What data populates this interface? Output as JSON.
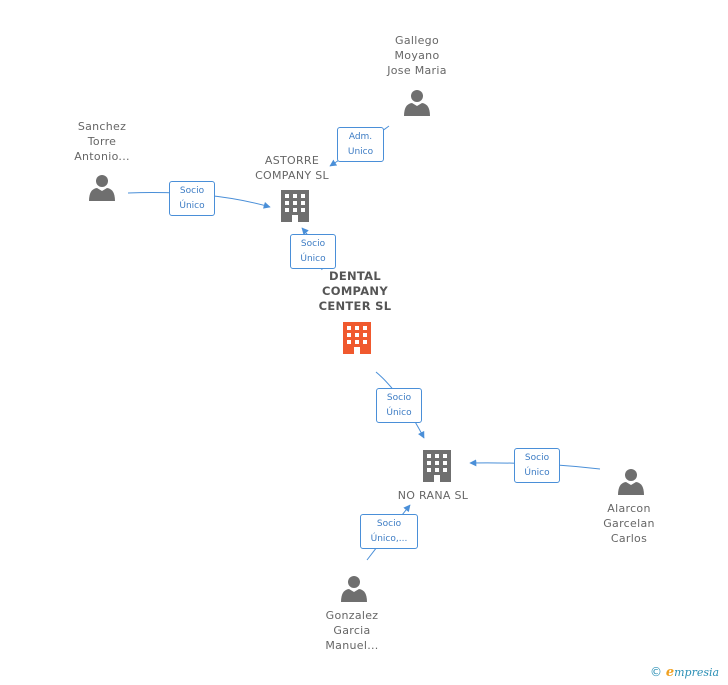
{
  "nodes": {
    "gallego": {
      "lines": [
        "Gallego",
        "Moyano",
        "Jose Maria"
      ],
      "icon": "person-icon"
    },
    "sanchez": {
      "lines": [
        "Sanchez",
        "Torre",
        "Antonio..."
      ],
      "icon": "person-icon"
    },
    "astorre": {
      "lines": [
        "ASTORRE",
        "COMPANY SL"
      ],
      "icon": "building-icon"
    },
    "dental": {
      "lines": [
        "DENTAL",
        "COMPANY",
        "CENTER SL"
      ],
      "icon": "building-icon"
    },
    "norana": {
      "lines": [
        "NO RANA SL"
      ],
      "icon": "building-icon"
    },
    "alarcon": {
      "lines": [
        "Alarcon",
        "Garcelan",
        "Carlos"
      ],
      "icon": "person-icon"
    },
    "gonzalez": {
      "lines": [
        "Gonzalez",
        "Garcia",
        "Manuel..."
      ],
      "icon": "person-icon"
    }
  },
  "edges": {
    "gallego_astorre": [
      "Adm.",
      "Unico"
    ],
    "sanchez_astorre": [
      "Socio",
      "Único"
    ],
    "dental_astorre": [
      "Socio",
      "Único"
    ],
    "dental_norana": [
      "Socio",
      "Único"
    ],
    "alarcon_norana": [
      "Socio",
      "Único"
    ],
    "gonzalez_norana": [
      "Socio",
      "Único,..."
    ]
  },
  "colors": {
    "person": "#6f6f6f",
    "building": "#6f6f6f",
    "main_building": "#f0592e",
    "edge": "#4a8fd8"
  },
  "footer": {
    "copyright": "©",
    "brand_first": "e",
    "brand_rest": "mpresia"
  }
}
